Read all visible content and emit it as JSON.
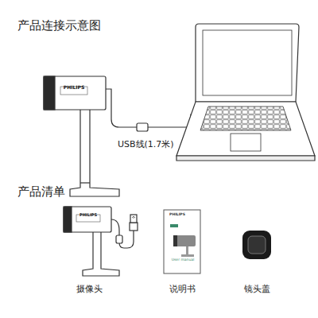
{
  "diagram": {
    "title": "产品连接示意图",
    "labels": [
      "PHILIPS",
      "USB线(1.7米)",
      "产品清单",
      "PHILIPS",
      "PHILIPS",
      "User manual",
      "摄像头",
      "说明书",
      "镜头盖"
    ]
  }
}
